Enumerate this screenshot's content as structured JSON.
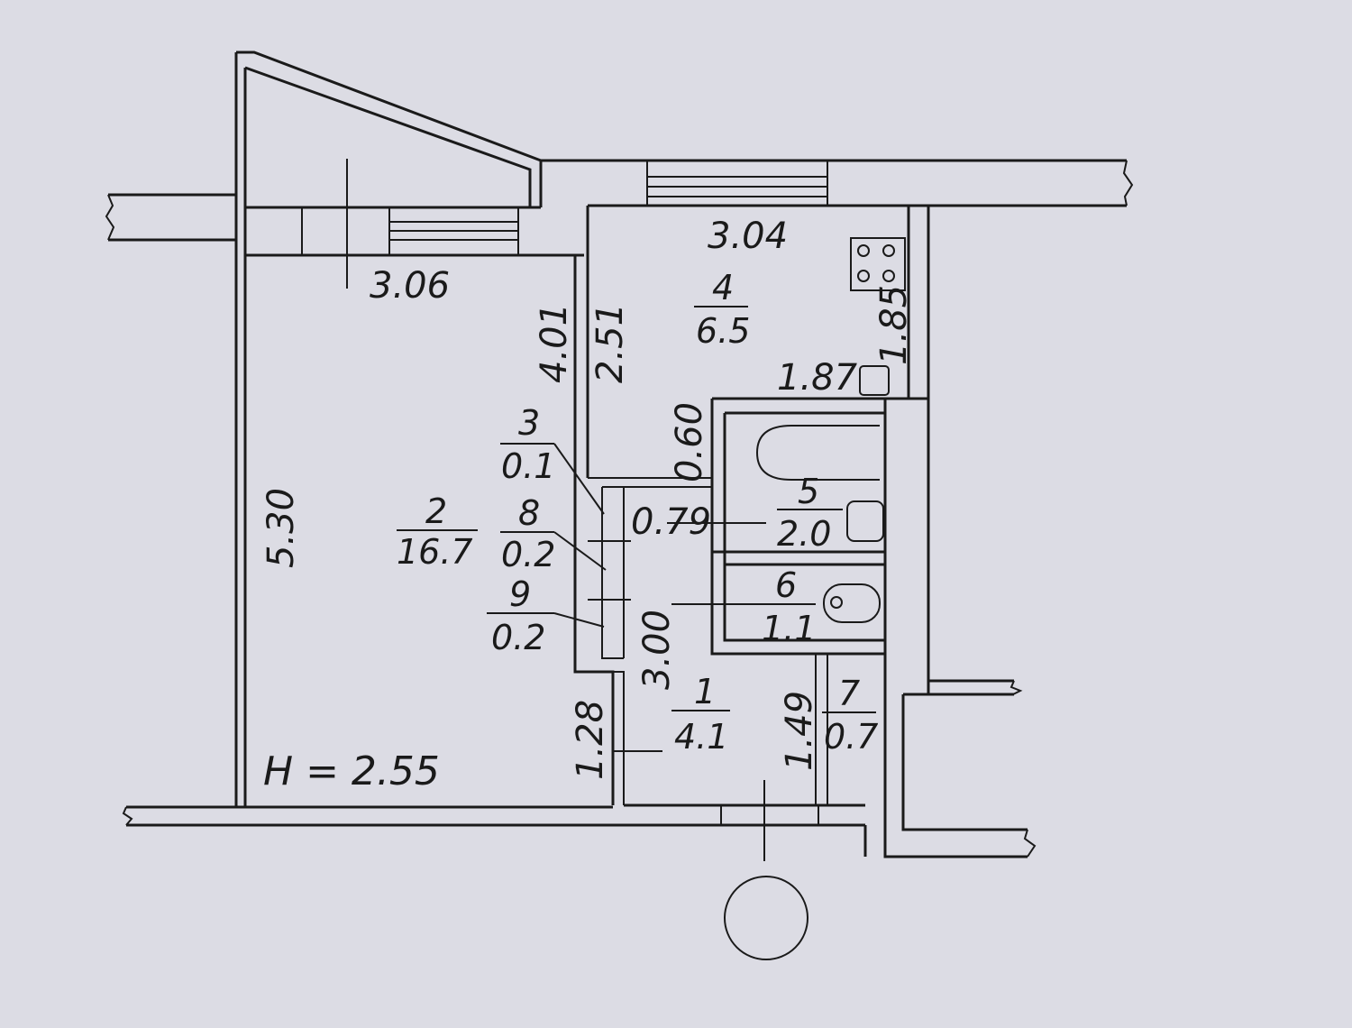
{
  "plan": {
    "ceiling_height": "H = 2.55",
    "dimensions": {
      "room2_width": "3.06",
      "room2_length": "5.30",
      "left_inner": "4.01",
      "room4_width": "3.04",
      "room4_length": "2.51",
      "kitchen_side": "1.85",
      "kitchen_inner": "1.87",
      "corridor_a": "0.60",
      "corridor_b": "0.79",
      "hall_length": "3.00",
      "hall_lower": "1.28",
      "closet_len": "1.49"
    },
    "rooms": [
      {
        "number": "2",
        "area": "16.7"
      },
      {
        "number": "3",
        "area": "0.1"
      },
      {
        "number": "8",
        "area": "0.2"
      },
      {
        "number": "9",
        "area": "0.2"
      },
      {
        "number": "4",
        "area": "6.5"
      },
      {
        "number": "5",
        "area": "2.0"
      },
      {
        "number": "6",
        "area": "1.1"
      },
      {
        "number": "1",
        "area": "4.1"
      },
      {
        "number": "7",
        "area": "0.7"
      }
    ]
  }
}
